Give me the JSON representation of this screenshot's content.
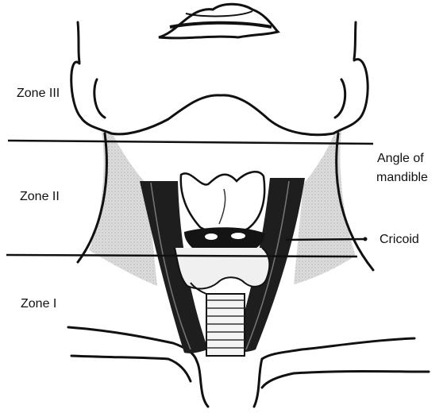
{
  "labels": {
    "zone_iii": "Zone III",
    "zone_ii": "Zone II",
    "zone_i": "Zone I",
    "angle_of_mandible_line1": "Angle of",
    "angle_of_mandible_line2": "mandible",
    "cricoid": "Cricoid"
  },
  "colors": {
    "ink": "#111111",
    "shading": "#c9c9c9",
    "cartilage": "#e6e6e6",
    "muscle": "#1b1b1b",
    "background": "#ffffff"
  }
}
